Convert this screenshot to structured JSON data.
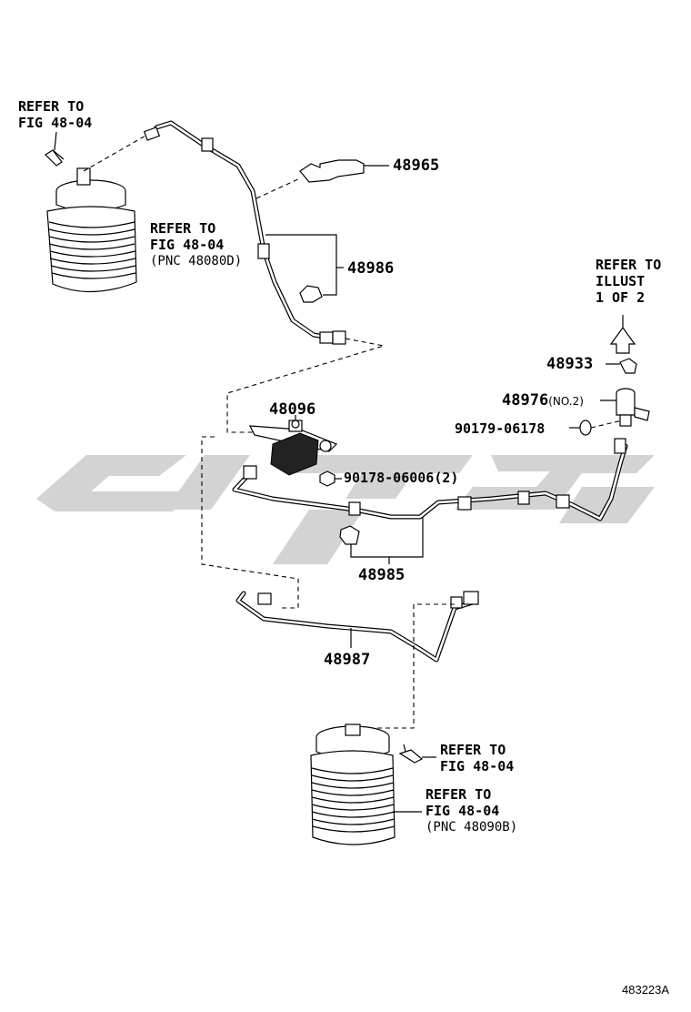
{
  "watermark": {
    "name": "watermark-logo",
    "color": "#d3d3d3"
  },
  "refs": {
    "top_left_clip": [
      "REFER TO",
      "FIG 48-04"
    ],
    "top_left_bag": [
      "REFER TO",
      "FIG 48-04",
      "(PNC 48080D)"
    ],
    "illust": [
      "REFER TO",
      "ILLUST",
      "1 OF 2"
    ],
    "bottom_clip": [
      "REFER TO",
      "FIG 48-04"
    ],
    "bottom_bag": [
      "REFER TO",
      "FIG 48-04",
      "(PNC 48090B)"
    ]
  },
  "parts": {
    "p48965": "48965",
    "p48986": "48986",
    "p48933": "48933",
    "p48976": "48976",
    "p48976_qualifier": "(NO.2)",
    "p90179": "90179-06178",
    "p48096": "48096",
    "p90178": "90178-06006(2)",
    "p48985": "48985",
    "p48987": "48987"
  },
  "figure_code": "483223A"
}
